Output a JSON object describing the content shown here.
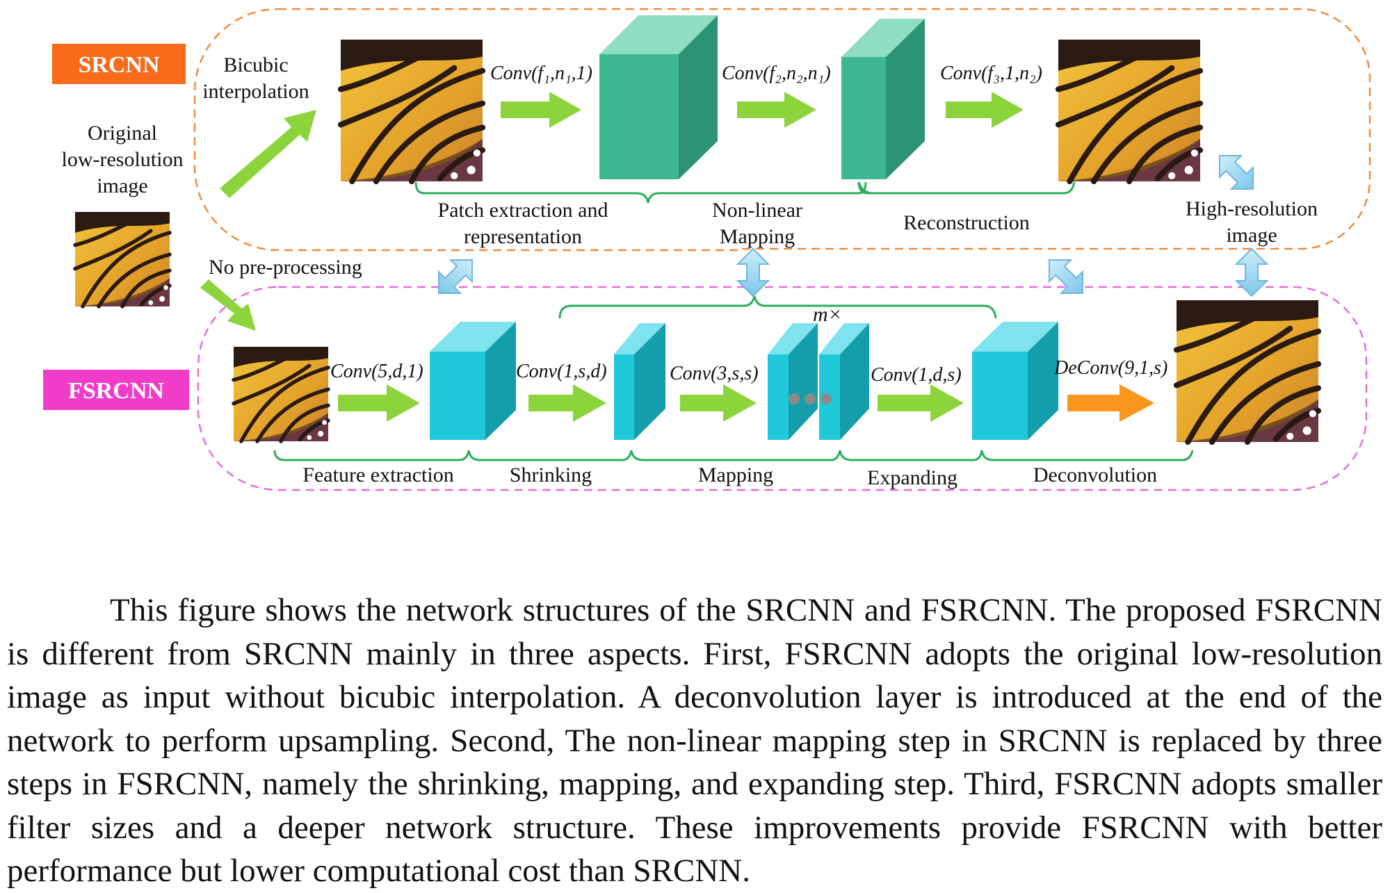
{
  "srcnn": {
    "tag": "SRCNN",
    "bicubic": [
      "Bicubic",
      "interpolation"
    ],
    "conv1": "Conv(f₁,n₁,1)",
    "conv2": "Conv(f₂,n₂,n₁)",
    "conv3": "Conv(f₃,1,n₂)",
    "stage_patch": [
      "Patch extraction and",
      "representation"
    ],
    "stage_nonlinear": [
      "Non-linear",
      "Mapping"
    ],
    "stage_reconstruction": "Reconstruction"
  },
  "input_label": [
    "Original",
    "low-resolution",
    "image"
  ],
  "output_label": [
    "High-resolution",
    "image"
  ],
  "no_preprocessing": "No pre-processing",
  "fsrcnn": {
    "tag": "FSRCNN",
    "conv1": "Conv(5,d,1)",
    "conv2": "Conv(1,s,d)",
    "conv3": "Conv(3,s,s)",
    "conv4": "Conv(1,d,s)",
    "deconv": "DeConv(9,1,s)",
    "repeat": "m×",
    "stage_feature": "Feature extraction",
    "stage_shrinking": "Shrinking",
    "stage_mapping": "Mapping",
    "stage_expanding": "Expanding",
    "stage_deconvolution": "Deconvolution"
  },
  "colors": {
    "srcnn_tag": "#F96A1B",
    "fsrcnn_tag": "#F03CC8",
    "srcnn_cube": "#3DB892",
    "fsrcnn_cube": "#20C9DA",
    "arrow_green": "#8CD43C",
    "arrow_orange": "#F8961E",
    "brace": "#2BAF5C",
    "double_arrow": "#8FD0EE"
  },
  "caption": "This figure shows the network structures of the SRCNN and FSRCNN. The proposed FSRCNN is different from SRCNN mainly in three aspects. First, FSRCNN adopts the original low-resolution image as input without bicubic interpolation. A deconvolution layer is introduced at the end of the network to perform upsampling. Second, The non-linear mapping step in SRCNN is replaced by three steps in FSRCNN, namely the shrinking, mapping, and expanding step. Third, FSRCNN adopts smaller filter sizes and a deeper network structure. These improvements provide FSRCNN with better performance but lower computational cost than SRCNN."
}
